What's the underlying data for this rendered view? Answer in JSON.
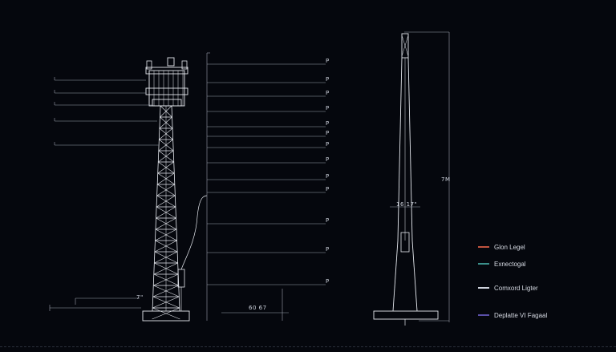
{
  "dimension_labels": {
    "height_right": "7M",
    "mid_right": "16  17\"",
    "base_center": "60  67",
    "left_tick": "7\""
  },
  "callout_marks": [
    "P",
    "P",
    "P",
    "P",
    "P",
    "P",
    "P",
    "P",
    "P",
    "P",
    "P",
    "P",
    "P"
  ],
  "legend": [
    {
      "label": "Glon Legel",
      "color": "#c0533f"
    },
    {
      "label": "Exnectogal",
      "color": "#3b8f8a"
    },
    {
      "label": "Comxord Ligter",
      "color": "#cfd4de"
    },
    {
      "label": "Deplatte VI Fagaal",
      "color": "#5a4fa8"
    }
  ],
  "colors": {
    "background": "#05070d",
    "linework": "#e6e9ef",
    "dim_lines": "#9aa1ad"
  }
}
